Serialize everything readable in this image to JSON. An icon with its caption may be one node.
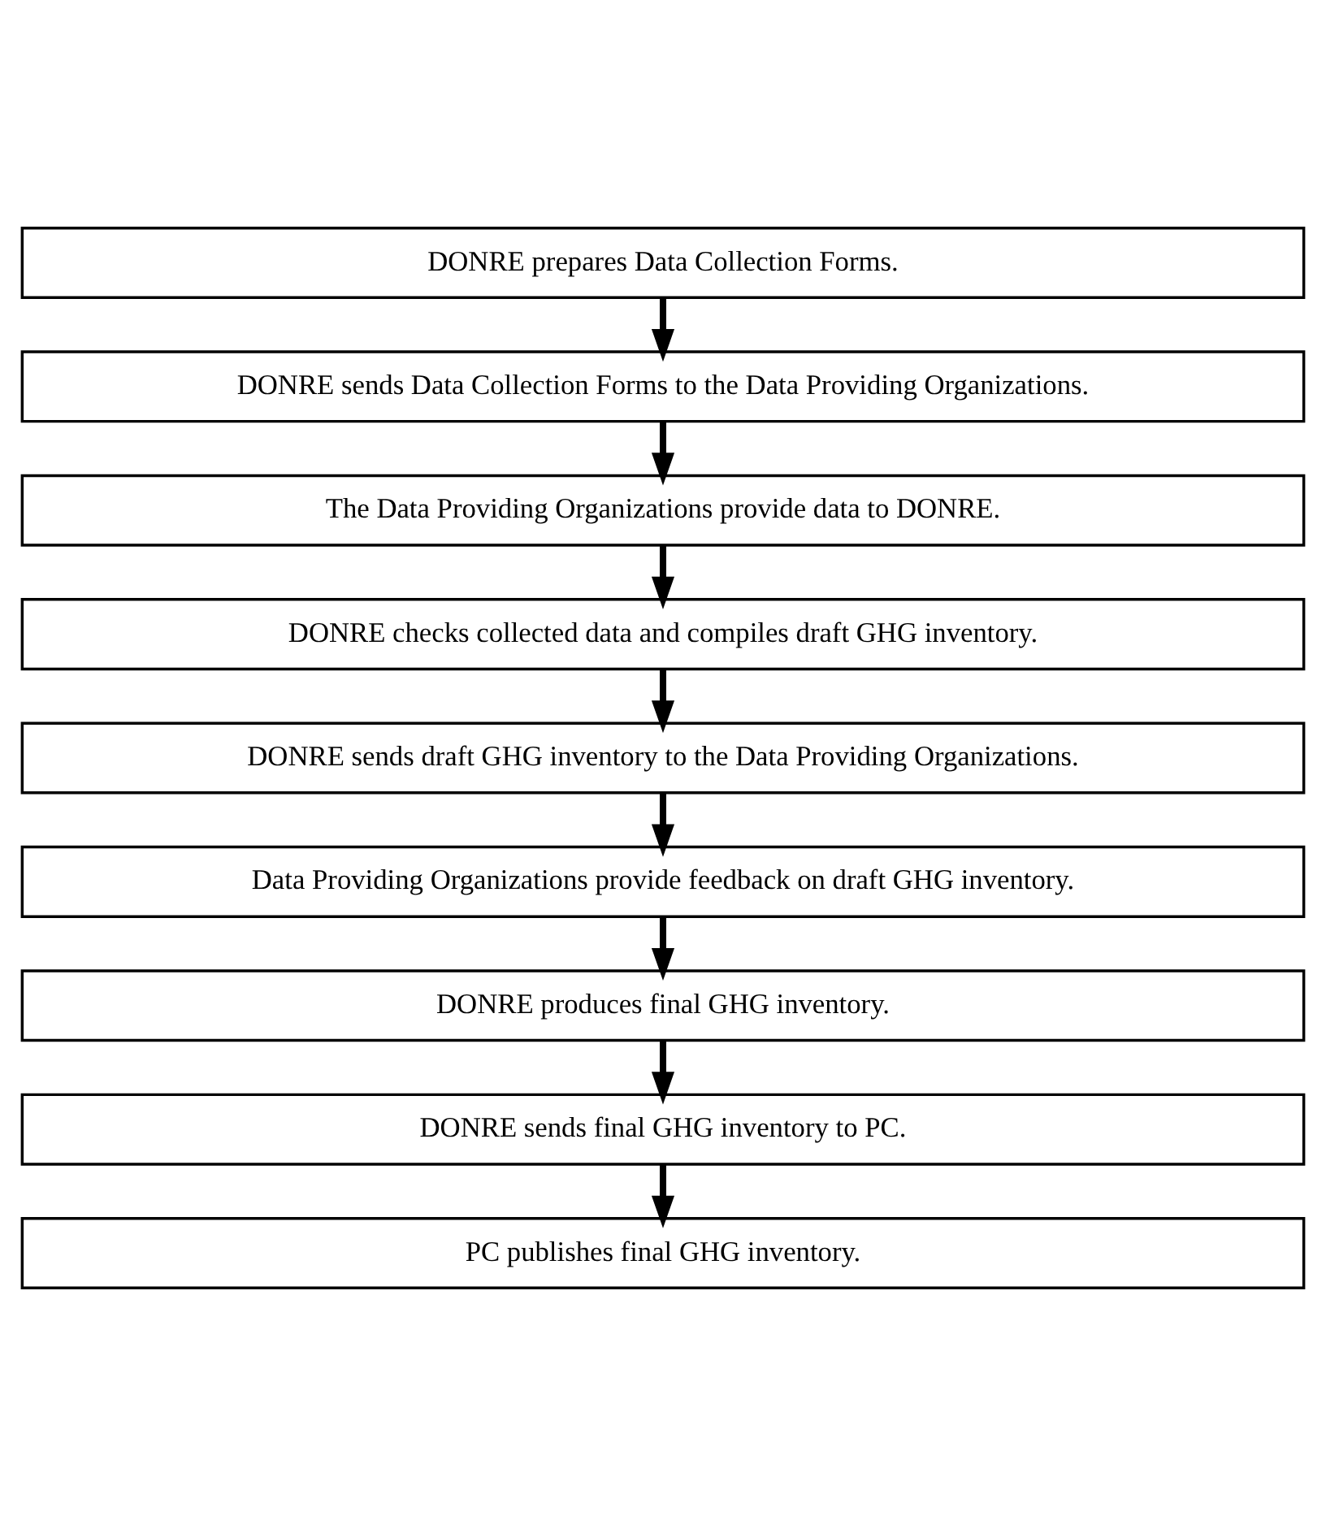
{
  "diagram": {
    "nodes": [
      {
        "text": [
          "DONRE prepares Data Collection Forms."
        ]
      },
      {
        "text": [
          "DONRE sends Data Collection Forms to the Data Providing Organizations."
        ]
      },
      {
        "text": [
          "The Data Providing Organizations provide data to DONRE."
        ]
      },
      {
        "text": [
          "DONRE checks collected data and compiles draft GHG inventory."
        ]
      },
      {
        "text": [
          "DONRE sends draft GHG inventory to the Data Providing Organizations."
        ]
      },
      {
        "text": [
          "Data Providing Organizations provide feedback on draft GHG inventory."
        ]
      },
      {
        "text": [
          "DONRE produces final GHG inventory."
        ]
      },
      {
        "text": [
          "DONRE sends final GHG inventory to PC."
        ]
      },
      {
        "text": [
          "PC publishes final GHG inventory."
        ]
      }
    ],
    "edges": [
      {
        "from": 0,
        "to": 1,
        "arrow": "to"
      },
      {
        "from": 1,
        "to": 2,
        "arrow": "to"
      },
      {
        "from": 2,
        "to": 3,
        "arrow": "to"
      },
      {
        "from": 3,
        "to": 4,
        "arrow": "to"
      },
      {
        "from": 4,
        "to": 5,
        "arrow": "to"
      },
      {
        "from": 5,
        "to": 6,
        "arrow": "to"
      },
      {
        "from": 6,
        "to": 7,
        "arrow": "to"
      },
      {
        "from": 7,
        "to": 8,
        "arrow": "to"
      }
    ]
  }
}
